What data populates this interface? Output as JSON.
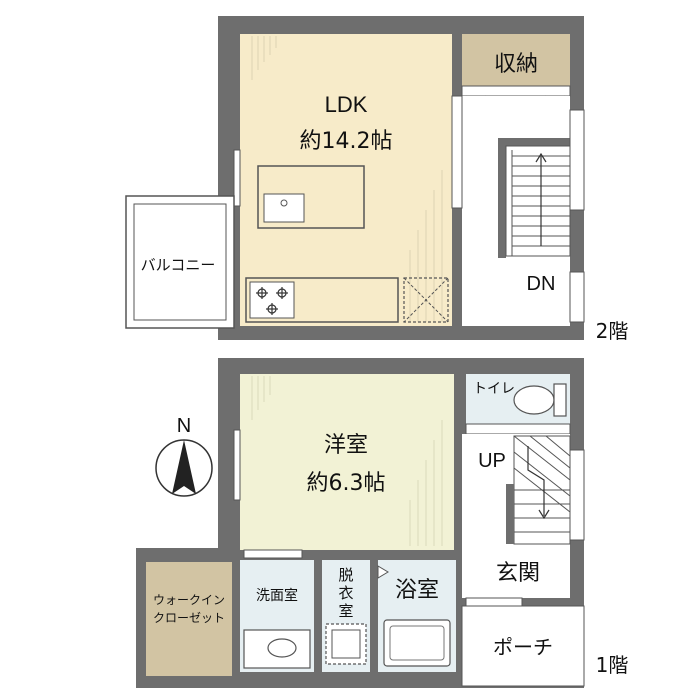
{
  "floor2": {
    "label": "2階",
    "ldk_name": "LDK",
    "ldk_area": "約14.2帖",
    "storage": "収納",
    "balcony": "バルコニー",
    "stairs_dir": "DN"
  },
  "floor1": {
    "label": "1階",
    "western_name": "洋室",
    "western_area": "約6.3帖",
    "toilet": "トイレ",
    "stairs_dir": "UP",
    "entrance": "玄関",
    "bath": "浴室",
    "washroom": "洗面室",
    "dressing_1": "脱",
    "dressing_2": "衣",
    "dressing_3": "室",
    "porch": "ポーチ",
    "closet_1": "ウォークイン",
    "closet_2": "クローゼット"
  },
  "compass": {
    "north": "N"
  },
  "colors": {
    "wall": "#6e6e6e",
    "ldk_floor": "#f7ebc9",
    "western_floor": "#f2f2d5",
    "storage_fill": "#d2c4a3",
    "closet_fill": "#d2c4a3",
    "wet_area": "#e6eff2"
  }
}
